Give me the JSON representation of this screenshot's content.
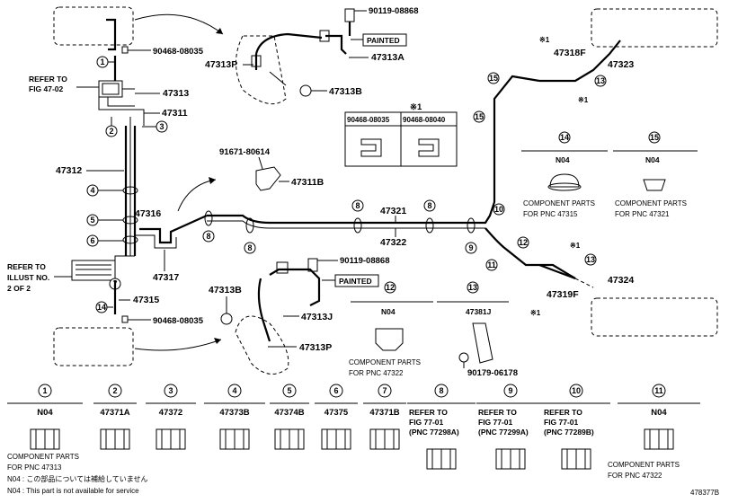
{
  "labels": {
    "p90119_top": "90119-08868",
    "painted_top": "PAINTED",
    "p47313A": "47313A",
    "p47313P_top": "47313P",
    "p47313B_top": "47313B",
    "p90468_top": "90468-08035",
    "refer_47_02_a": "REFER TO",
    "refer_47_02_b": "FIG 47-02",
    "p47313": "47313",
    "p47311": "47311",
    "p47312": "47312",
    "p91671": "91671-80614",
    "p47311B": "47311B",
    "p47316": "47316",
    "p47317": "47317",
    "p47321": "47321",
    "p47322": "47322",
    "refer_illust_a": "REFER TO",
    "refer_illust_b": "ILLUST NO.",
    "refer_illust_c": "2 OF 2",
    "p47315": "47315",
    "p90468_bot": "90468-08035",
    "p47313B_bot": "47313B",
    "p47313J": "47313J",
    "p47313P_bot": "47313P",
    "p90119_bot": "90119-08868",
    "painted_bot": "PAINTED",
    "p47318F": "47318F",
    "p47323": "47323",
    "p47319F": "47319F",
    "p47324": "47324",
    "star1": "※1",
    "code_n04": "N04",
    "p47381J": "47381J",
    "p90179": "90179-06178",
    "comp_parts": "COMPONENT PARTS",
    "for_pnc_47315": "FOR PNC 47315",
    "for_pnc_47321": "FOR PNC 47321",
    "for_pnc_47322": "FOR PNC 47322",
    "for_pnc_47313": "FOR PNC 47313",
    "figure_id": "478377B"
  },
  "star_table": {
    "header": "※1",
    "col1": "90468-08035",
    "col2": "90468-08040"
  },
  "bottom_legend": [
    {
      "num": "1",
      "part": "N04"
    },
    {
      "num": "2",
      "part": "47371A"
    },
    {
      "num": "3",
      "part": "47372"
    },
    {
      "num": "4",
      "part": "47373B"
    },
    {
      "num": "5",
      "part": "47374B"
    },
    {
      "num": "6",
      "part": "47375"
    },
    {
      "num": "7",
      "part": "47371B"
    },
    {
      "num": "8",
      "part": "REFER TO",
      "part2": "FIG 77-01",
      "part3": "(PNC 77298A)"
    },
    {
      "num": "9",
      "part": "REFER TO",
      "part2": "FIG 77-01",
      "part3": "(PNC 77299A)"
    },
    {
      "num": "10",
      "part": "REFER TO",
      "part2": "FIG 77-01",
      "part3": "(PNC 77289B)"
    },
    {
      "num": "11",
      "part": "N04"
    }
  ],
  "footnotes": {
    "jp": "N04 : この部品については補給していません",
    "en": "N04 : This part is not available for service"
  }
}
